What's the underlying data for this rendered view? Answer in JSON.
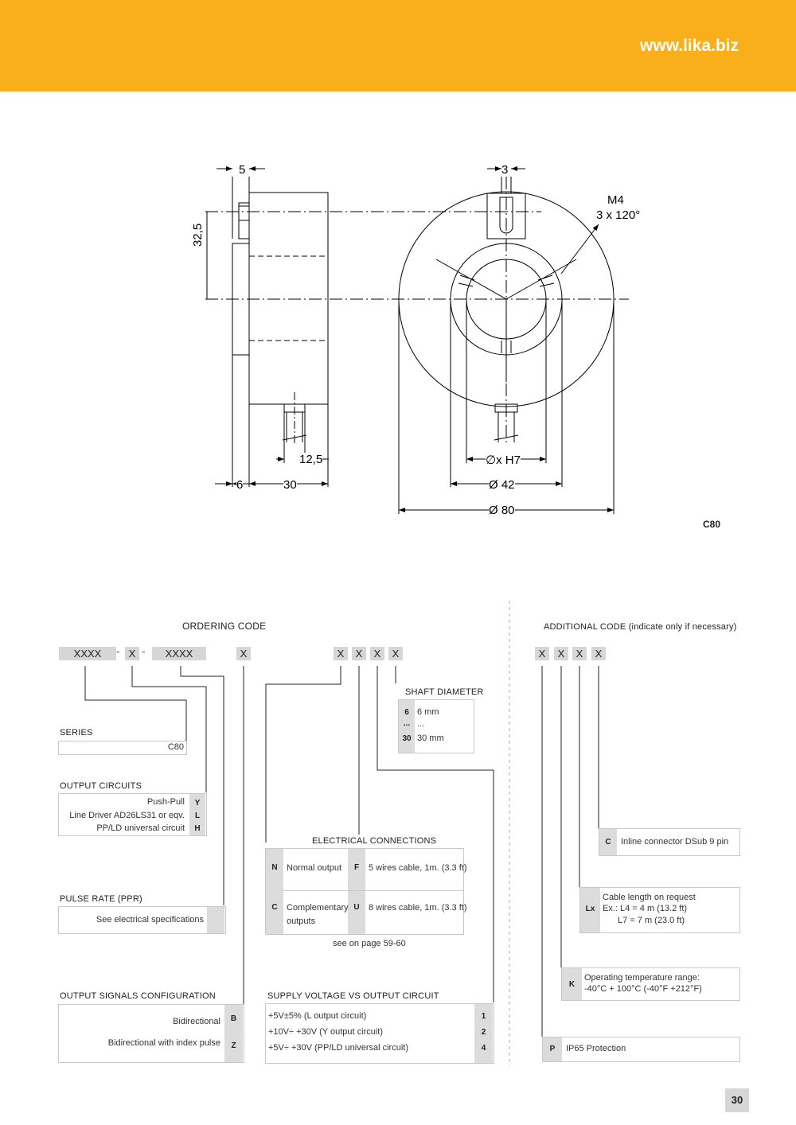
{
  "header": {
    "url": "www.lika.biz"
  },
  "drawing": {
    "label": "C80",
    "dim_5": "5",
    "dim_3": "3",
    "dim_m4": "M4",
    "dim_3x120": "3 x 120°",
    "dim_32_5": "32,5",
    "dim_12_5": "12,5",
    "dim_6": "6",
    "dim_30": "30",
    "dim_xh7": "∅x H7",
    "dim_42": "Ø  42",
    "dim_80": "Ø  80"
  },
  "ordering": {
    "title": "ORDERING CODE",
    "codes": [
      "XXXX",
      "-",
      "X",
      "-",
      "XXXX",
      "X",
      "X",
      "X",
      "X",
      "X"
    ],
    "series": {
      "title": "SERIES",
      "value": "C80"
    },
    "output_circuits": {
      "title": "OUTPUT CIRCUITS",
      "rows": [
        {
          "label": "Push-Pull",
          "code": "Y"
        },
        {
          "label": "Line Driver AD26LS31 or eqv.",
          "code": "L"
        },
        {
          "label": "PP/LD universal circuit",
          "code": "H"
        }
      ]
    },
    "pulse_rate": {
      "title": "PULSE RATE (PPR)",
      "value": "See electrical specifications"
    },
    "output_signals": {
      "title": "OUTPUT SIGNALS CONFIGURATION",
      "rows": [
        {
          "label": "Bidirectional",
          "code": "B"
        },
        {
          "label": "Bidirectional with index pulse",
          "code": "Z"
        }
      ]
    },
    "shaft": {
      "title": "SHAFT DIAMETER",
      "rows": [
        {
          "code": "6",
          "label": "6 mm"
        },
        {
          "code": "...",
          "label": "..."
        },
        {
          "code": "30",
          "label": "30 mm"
        }
      ]
    },
    "electrical": {
      "title": "ELECTRICAL CONNECTIONS",
      "row1": {
        "c1": "N",
        "l1": "Normal output",
        "c2": "F",
        "l2": "5 wires cable, 1m. (3.3 ft)"
      },
      "row2": {
        "c1": "C",
        "l1a": "Complementary",
        "l1b": "outputs",
        "c2": "U",
        "l2": "8 wires cable, 1m. (3.3 ft)"
      },
      "note": "see on page 59-60"
    },
    "supply": {
      "title": "SUPPLY VOLTAGE VS OUTPUT CIRCUIT",
      "rows": [
        {
          "label": "+5V±5% (L output circuit)",
          "code": "1"
        },
        {
          "label": "+10V÷ +30V (Y output circuit)",
          "code": "2"
        },
        {
          "label": "+5V÷ +30V (PP/LD universal circuit)",
          "code": "4"
        }
      ]
    }
  },
  "additional": {
    "title": "ADDITIONAL CODE (indicate only if necessary)",
    "codes": [
      "X",
      "X",
      "X",
      "X"
    ],
    "connector": {
      "code": "C",
      "label": "Inline connector DSub 9 pin"
    },
    "cable": {
      "code": "Lx",
      "l1": "Cable length on request",
      "l2": "Ex.: L4 = 4 m (13.2 ft)",
      "l3": "L7 = 7 m (23.0 ft)"
    },
    "temp": {
      "code": "K",
      "l1": "Operating temperature range:",
      "l2": "-40°C + 100°C (-40°F +212°F)"
    },
    "ip": {
      "code": "P",
      "label": "IP65 Protection"
    }
  },
  "page": {
    "number": "30"
  }
}
